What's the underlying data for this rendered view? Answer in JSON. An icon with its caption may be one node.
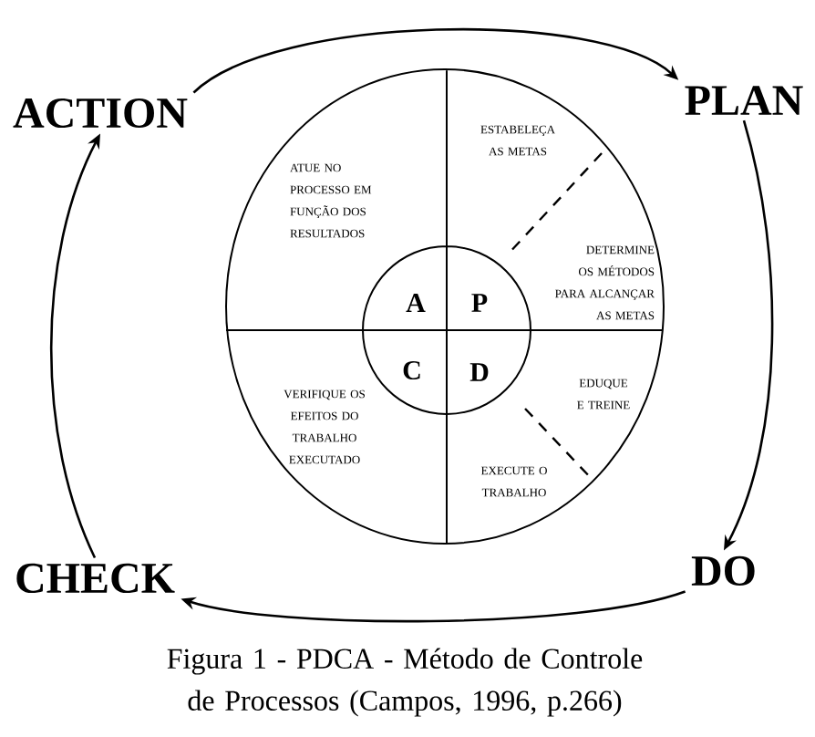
{
  "diagram": {
    "caption": "Figura 1 - PDCA - Método de Controle de Processos (Campos, 1996, p.266)",
    "nodes": [
      {
        "text": [
          "ACTION"
        ]
      },
      {
        "text": [
          "PLAN"
        ]
      },
      {
        "text": [
          "CHECK"
        ]
      },
      {
        "text": [
          "DO"
        ]
      }
    ],
    "edges": [
      {
        "from": 0,
        "to": 1,
        "arrow": "to"
      },
      {
        "from": 1,
        "to": 3,
        "arrow": "to"
      },
      {
        "from": 3,
        "to": 2,
        "arrow": "to"
      },
      {
        "from": 2,
        "to": 0,
        "arrow": "to"
      }
    ],
    "labels": [
      "ESTABELEÇA AS METAS",
      "ATUE NO PROCESSO EM FUNÇÃO DOS RESULTADOS",
      "DETERMINE OS MÉTODOS PARA ALCANÇAR AS METAS",
      "A",
      "P",
      "C",
      "D",
      "EDUQUE E TREINE",
      "VERIFIQUE OS EFEITOS DO TRABALHO EXECUTADO",
      "EXECUTE O TRABALHO"
    ]
  }
}
